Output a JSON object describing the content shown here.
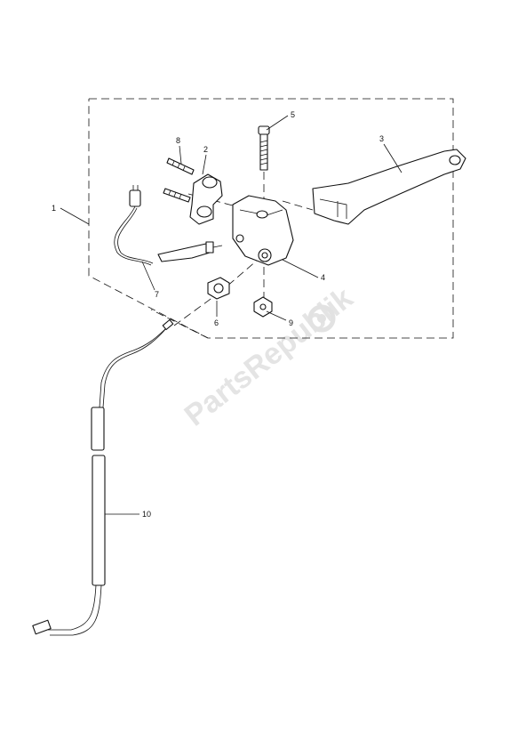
{
  "watermark": "PartsRepublik",
  "callouts": [
    {
      "id": "1",
      "label": "1"
    },
    {
      "id": "2",
      "label": "2"
    },
    {
      "id": "3",
      "label": "3"
    },
    {
      "id": "4",
      "label": "4"
    },
    {
      "id": "5",
      "label": "5"
    },
    {
      "id": "6",
      "label": "6"
    },
    {
      "id": "7",
      "label": "7"
    },
    {
      "id": "8",
      "label": "8"
    },
    {
      "id": "9",
      "label": "9"
    },
    {
      "id": "10",
      "label": "10"
    }
  ]
}
